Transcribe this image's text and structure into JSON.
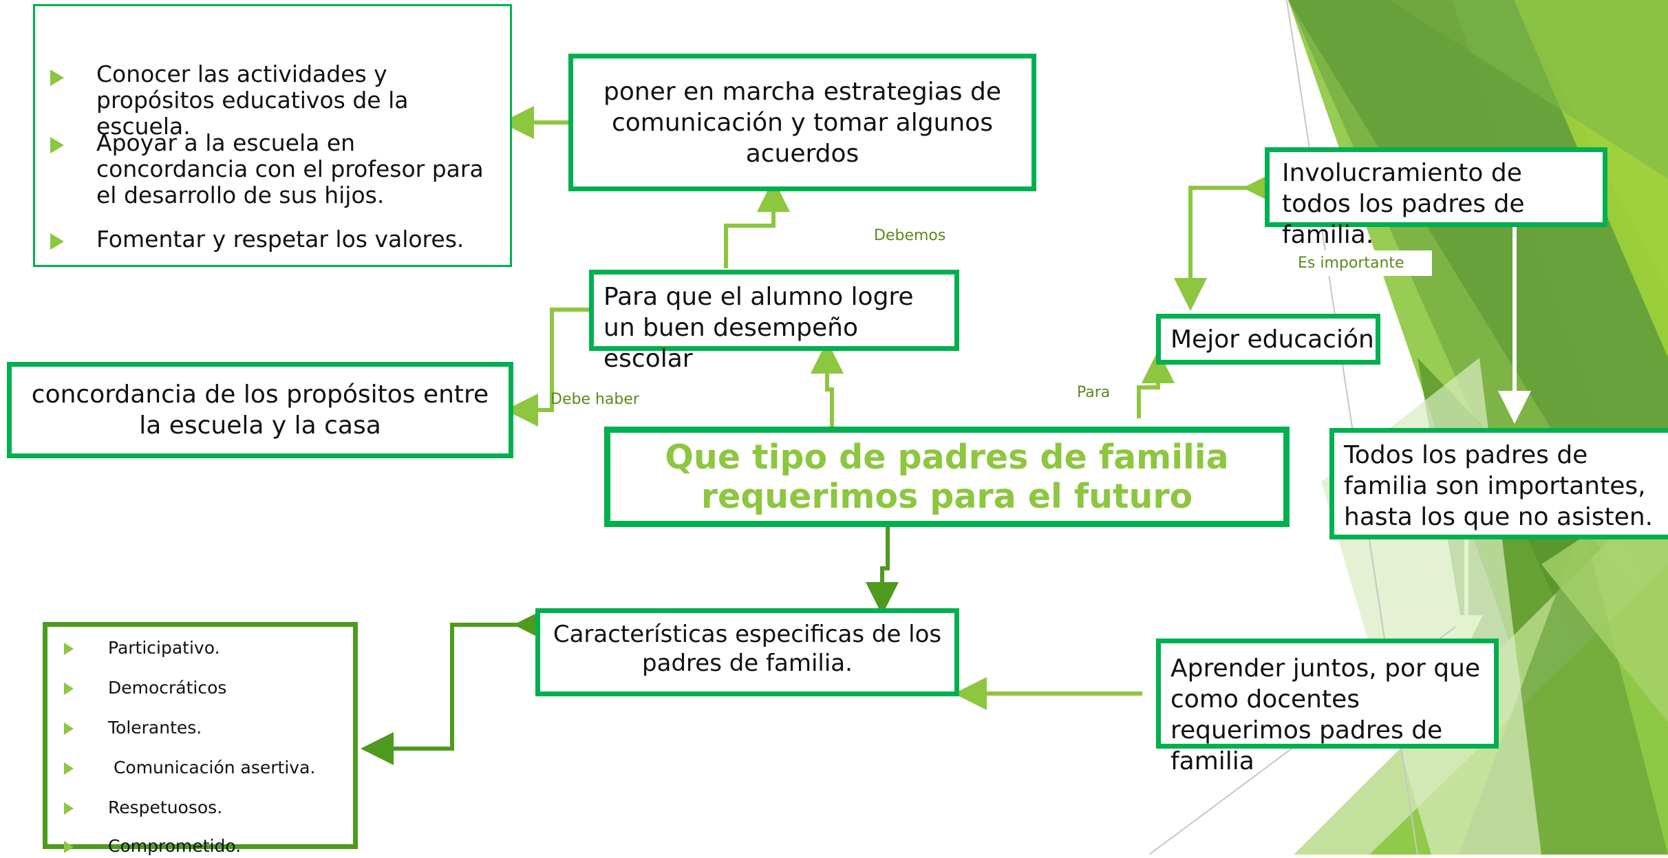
{
  "main_title": "Que tipo de padres de familia requerimos para el futuro",
  "nodes": {
    "estrategias": "poner en marcha estrategias de comunicación y tomar algunos acuerdos",
    "desempeno": "Para que el alumno logre un buen desempeño escolar",
    "concordancia": "concordancia de los propósitos entre la escuela y la casa",
    "caracteristicas": "Características especificas de los padres de familia.",
    "mejor_educacion": "Mejor educación",
    "involucramiento": "Involucramiento de todos los padres de familia.",
    "todos_importantes": "Todos los padres de familia son importantes, hasta los que no asisten.",
    "aprender_juntos": "Aprender juntos, por que como docentes requerimos padres de familia"
  },
  "goals_list": [
    "Conocer las actividades y propósitos educativos de la escuela.",
    "Apoyar a la escuela en  concordancia con el profesor para el desarrollo de sus hijos.",
    "Fomentar y respetar los valores."
  ],
  "traits_list": [
    "Participativo.",
    "Democráticos",
    "Tolerantes.",
    " Comunicación asertiva.",
    "Respetuosos.",
    "Comprometido."
  ],
  "edge_labels": {
    "debemos": "Debemos",
    "debe_haber": "Debe haber",
    "para": "Para",
    "es_importante": "Es importante"
  },
  "colors": {
    "box_border": "#00b050",
    "arrow_light": "#8dc63f",
    "arrow_dark": "#4e9a1e",
    "title": "#8dc63f",
    "bullet": "#8dc63f"
  }
}
